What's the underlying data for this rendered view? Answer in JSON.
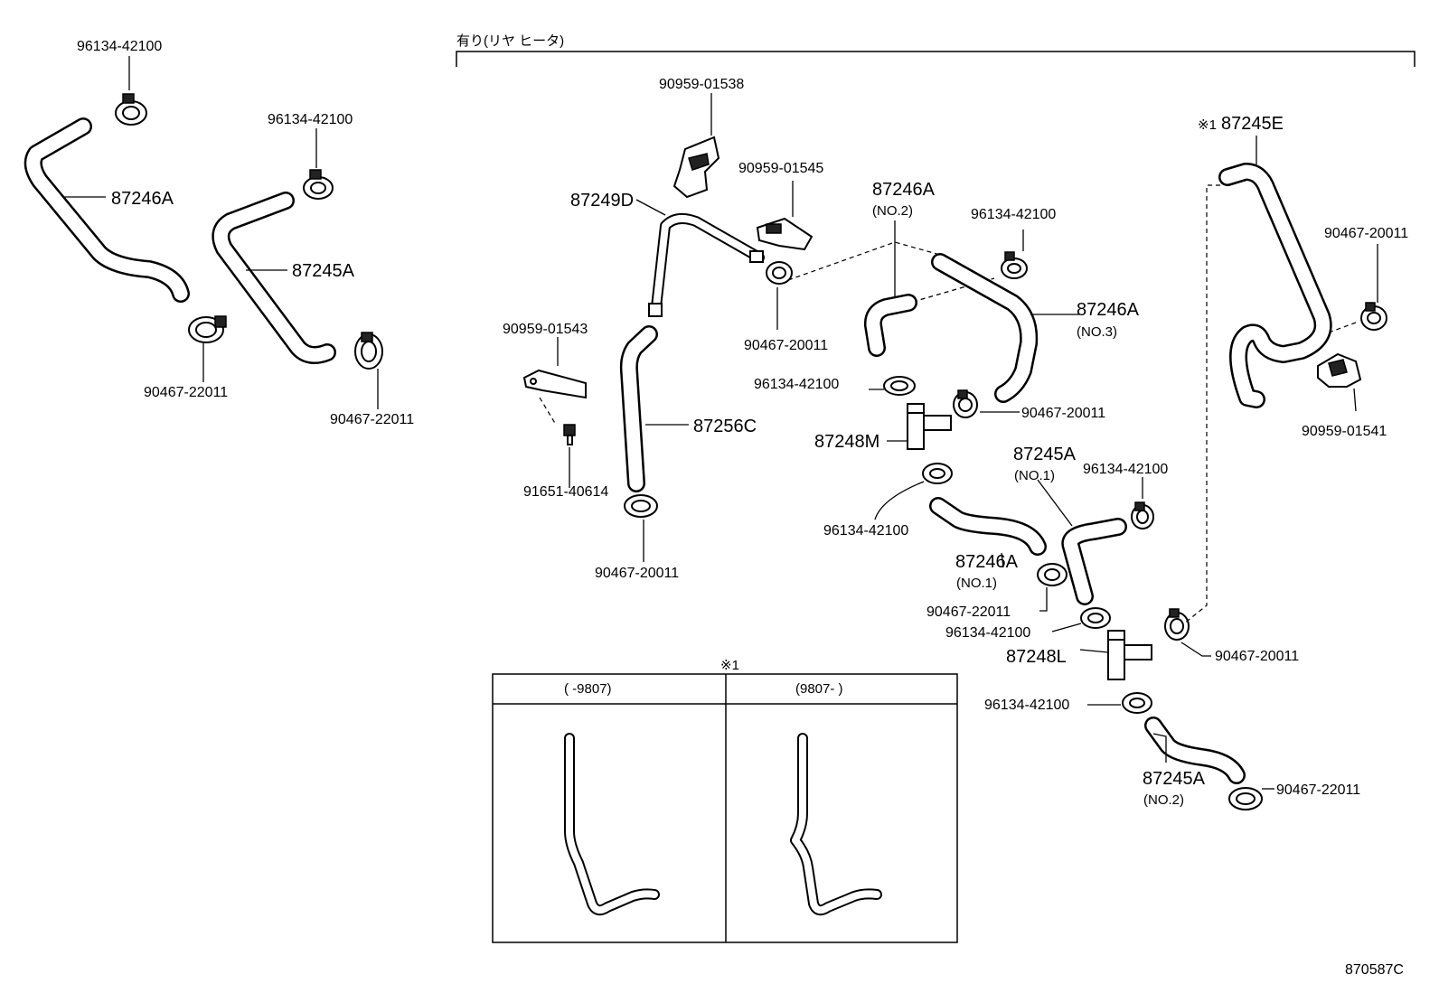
{
  "header": {
    "note": "有り(リヤ ヒータ)"
  },
  "labels": {
    "p96134_tl": "96134-42100",
    "p87246A_l": "87246A",
    "p96134_l2": "96134-42100",
    "p87245A_l": "87245A",
    "p90467_22011_a": "90467-22011",
    "p90467_22011_b": "90467-22011",
    "p90959_01538": "90959-01538",
    "p90959_01545": "90959-01545",
    "p87249D": "87249D",
    "p90467_20011_a": "90467-20011",
    "p90959_01543": "90959-01543",
    "p87256C": "87256C",
    "p91651_40614": "91651-40614",
    "p90467_20011_b": "90467-20011",
    "p87246A_no2": "87246A",
    "p87246A_no2_sub": "(NO.2)",
    "p96134_c1": "96134-42100",
    "p87246A_no3": "87246A",
    "p87246A_no3_sub": "(NO.3)",
    "p96134_c2": "96134-42100",
    "p90467_20011_c": "90467-20011",
    "p87248M": "87248M",
    "p96134_c3": "96134-42100",
    "p87245A_no1": "87245A",
    "p87245A_no1_sub": "(NO.1)",
    "p96134_c4": "96134-42100",
    "p87246A_no1": "87246A",
    "p87246A_no1_sub": "(NO.1)",
    "p90467_22011_c": "90467-22011",
    "p96134_c5": "96134-42100",
    "p87248L": "87248L",
    "p90467_20011_d": "90467-20011",
    "p96134_c6": "96134-42100",
    "p87245A_no2": "87245A",
    "p87245A_no2_sub": "(NO.2)",
    "p90467_22011_d": "90467-22011",
    "p87245E_mark": "※1",
    "p87245E": "87245E",
    "p90467_20011_e": "90467-20011",
    "p90959_01541": "90959-01541"
  },
  "inset": {
    "marker": "※1",
    "col_left": "(      -9807)",
    "col_right": "(9807-      )"
  },
  "figure_id": "870587C"
}
